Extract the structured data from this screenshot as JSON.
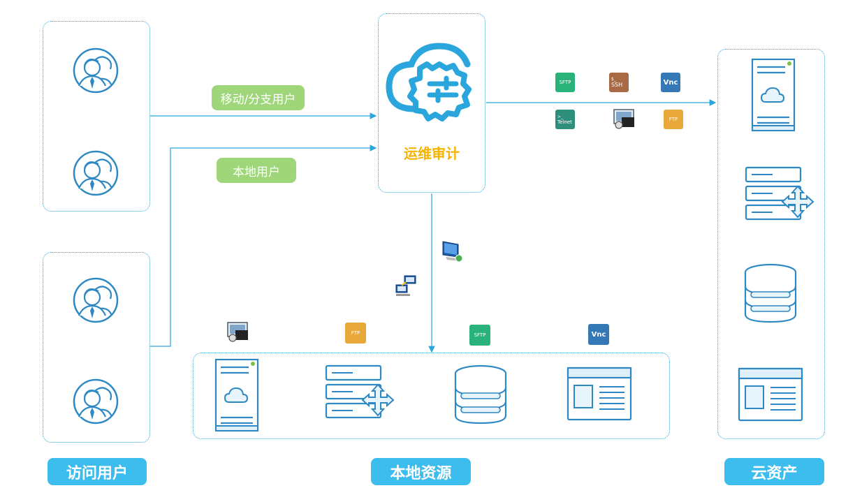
{
  "core": {
    "title": "运维审计"
  },
  "links": {
    "mobile_users": "移动/分支用户",
    "local_users": "本地用户"
  },
  "sections": {
    "access_users": "访问用户",
    "local_resources": "本地资源",
    "cloud_assets": "云资产"
  },
  "protocols": {
    "sftp": "SFTP",
    "ssh_prompt": "$_",
    "ssh": "SSH",
    "vnc": "Vnc",
    "telnet_prompt": ">_",
    "telnet": "Telnet",
    "ftp": "FTP",
    "rdp": "rdp-icon"
  },
  "colors": {
    "accent_blue": "#2aa6dc",
    "label_green": "#9fd67a",
    "label_blue": "#3dbcee",
    "core_yellow": "#f5b400",
    "sftp_green": "#2ab27b",
    "ssh_brown": "#a86a44",
    "vnc_blue": "#3478b6",
    "telnet_teal": "#2f8f7d",
    "ftp_orange": "#e9a83a"
  }
}
